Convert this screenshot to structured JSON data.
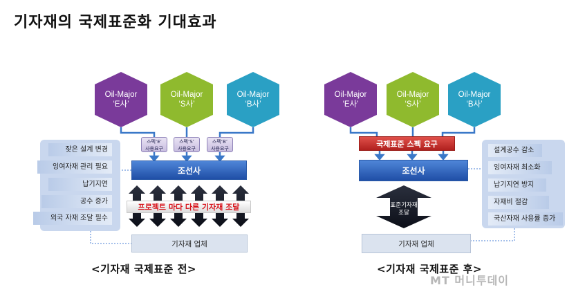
{
  "title": "기자재의 국제표준화 기대효과",
  "before": {
    "oil_majors": [
      {
        "line1": "Oil-Major",
        "line2": "‘E사’",
        "color": "#7a3a9a"
      },
      {
        "line1": "Oil-Major",
        "line2": "‘S사’",
        "color": "#8fba2e"
      },
      {
        "line1": "Oil-Major",
        "line2": "‘B사’",
        "color": "#2aa0c4"
      }
    ],
    "specs": [
      {
        "line1": "스펙‘E’",
        "line2": "사용요구"
      },
      {
        "line1": "스펙‘S’",
        "line2": "사용요구"
      },
      {
        "line1": "스펙‘B’",
        "line2": "사용요구"
      }
    ],
    "shipbuilder": "조선사",
    "banner": "프로젝트 마다 다른 기자재 조달",
    "vendor": "기자재 업체",
    "problems": [
      "잦은 설계 변경",
      "잉여자재 관리 필요",
      "납기지연",
      "공수 증가",
      "외국 자재 조달 필수"
    ],
    "caption": "<기자재 국제표준 전>"
  },
  "after": {
    "oil_majors": [
      {
        "line1": "Oil-Major",
        "line2": "‘E사’",
        "color": "#7a3a9a"
      },
      {
        "line1": "Oil-Major",
        "line2": "‘S사’",
        "color": "#8fba2e"
      },
      {
        "line1": "Oil-Major",
        "line2": "‘B사’",
        "color": "#2aa0c4"
      }
    ],
    "spec_banner": "국제표준 스펙 요구",
    "shipbuilder": "조선사",
    "procurement": {
      "line1": "표준기자재",
      "line2": "조달"
    },
    "vendor": "기자재 업체",
    "benefits": [
      "설계공수 감소",
      "잉여자재 최소화",
      "납기지연 방지",
      "자재비 절감",
      "국산자재 사용률 증가"
    ],
    "caption": "<기자재 국제표준 후>"
  },
  "watermark": "MT 머니투데이"
}
